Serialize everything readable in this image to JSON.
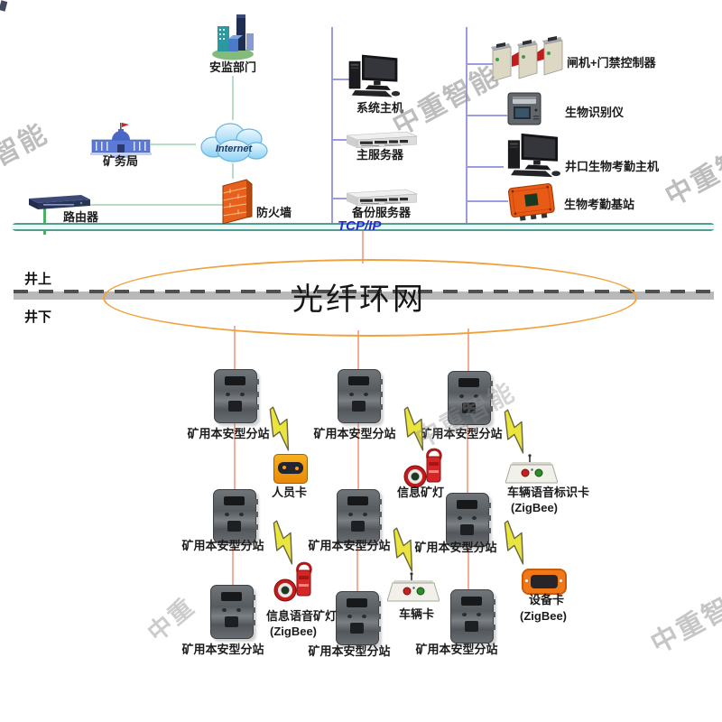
{
  "watermark": {
    "full": "中重智能",
    "small_partial": "中重"
  },
  "surface": {
    "safety_dept": "安监部门",
    "mining_bureau": "矿务局",
    "internet": "Internet",
    "router": "路由器",
    "firewall": "防火墙",
    "system_host": "系统主机",
    "main_server": "主服务器",
    "backup_server": "备份服务器",
    "tcp_ip": "TCP/IP",
    "gate_controller": "闸机+门禁控制器",
    "biometric_reader": "生物识别仪",
    "attendance_host": "井口生物考勤主机",
    "attendance_base": "生物考勤基站"
  },
  "divider": {
    "above_ground": "井上",
    "below_ground": "井下",
    "fiber_ring": "光纤环网"
  },
  "underground": {
    "substation": "矿用本安型分站",
    "personnel_card": "人员卡",
    "info_lamp": "信息矿灯",
    "vehicle_voice_card": "车辆语音标识卡",
    "vehicle_voice_card_zigbee": "(ZigBee)",
    "info_voice_lamp": "信息语音矿灯",
    "info_voice_lamp_zigbee": "(ZigBee)",
    "vehicle_card": "车辆卡",
    "device_card": "设备卡",
    "device_card_zigbee": "(ZigBee)"
  },
  "colors": {
    "bus_teal": "#4f9e94",
    "line_green": "#b5dcc6",
    "line_bright_green": "#4fae66",
    "line_periwinkle": "#9b9bdf",
    "line_salmon": "#f6ac97",
    "ellipse_orange": "#f0a23c",
    "band_gray": "#b9b9b9",
    "tcp_ip_blue": "#2a2acc",
    "bolt_yellow": "#e9e53e",
    "watermark_gray": "#8f8f8f"
  }
}
